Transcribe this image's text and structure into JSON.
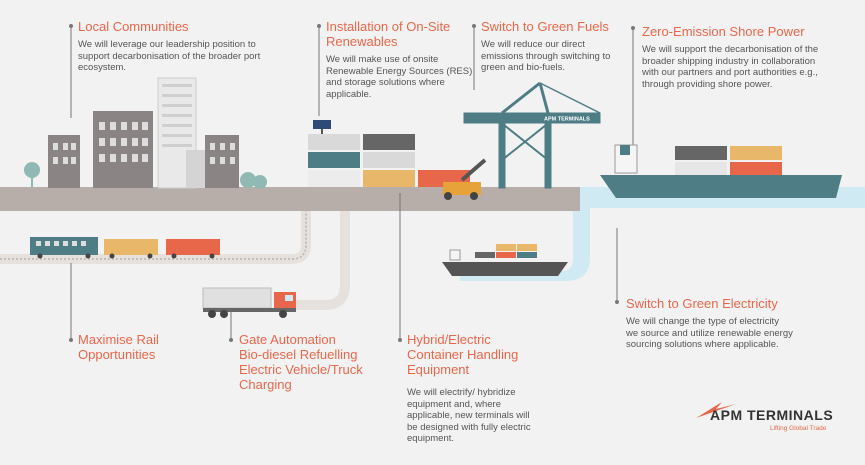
{
  "items": [
    {
      "title": "Local Communities",
      "body": "We will leverage our leadership position to\nsupport decarbonisation of the broader port\necosystem."
    },
    {
      "title": "Installation of On-Site\nRenewables",
      "body": "We will make use of onsite\nRenewable Energy Sources (RES)\nand storage solutions where\napplicable."
    },
    {
      "title": "Switch to Green Fuels",
      "body": "We will reduce our direct\nemissions through switching to\ngreen and bio-fuels."
    },
    {
      "title": "Zero-Emission Shore Power",
      "body": "We will support the decarbonisation of the\nbroader shipping industry in collaboration\nwith our partners and port authorities e.g.,\nthrough providing shore power."
    },
    {
      "title": "Switch to Green Electricity",
      "body": "We will change the type of electricity\nwe source and utilize renewable energy\nsourcing solutions where applicable."
    },
    {
      "title": "Maximise Rail\nOpportunities",
      "body": ""
    },
    {
      "title": "Gate Automation\nBio-diesel Refuelling\nElectric Vehicle/Truck\nCharging",
      "body": ""
    },
    {
      "title": "Hybrid/Electric\nContainer Handling\nEquipment",
      "body": "We will electrify/ hybridize\nequipment and, where\napplicable, new terminals will\nbe designed with fully electric\nequipment."
    }
  ],
  "crane_label": "APM TERMINALS",
  "logo": {
    "name": "APM TERMINALS",
    "tagline": "Lifting Global Trade"
  },
  "colors": {
    "accent": "#e8674a",
    "ground": "#b7aeaa",
    "water": "#cfeaf2",
    "teal": "#4e7d86",
    "path": "#e6e1dc",
    "text": "#555555",
    "background": "#f2f2f2"
  }
}
